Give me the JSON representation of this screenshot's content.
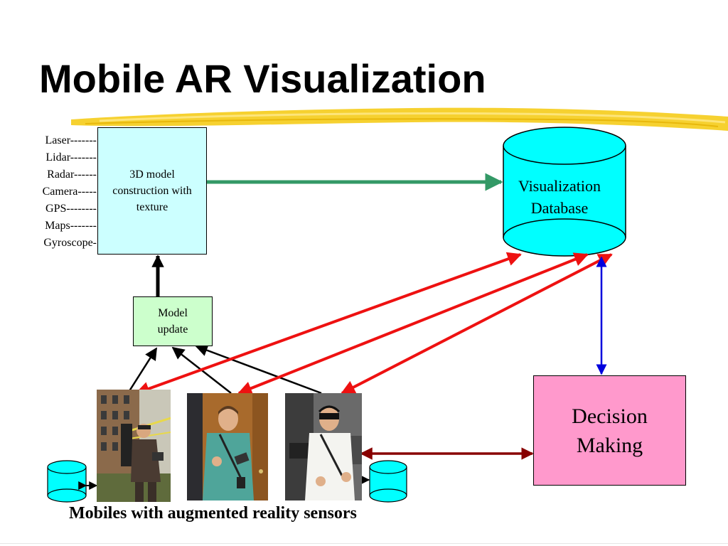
{
  "title": "Mobile AR Visualization",
  "sensors": [
    "Laser-------",
    "Lidar-------",
    "Radar------",
    "Camera-----",
    "GPS--------",
    "Maps-------",
    "Gyroscope-"
  ],
  "model_construction": "3D model construction with texture",
  "visualization_db": "Visualization Database",
  "model_update": "Model update",
  "decision_making": "Decision Making",
  "caption": "Mobiles with augmented reality sensors",
  "colors": {
    "accent_stroke": "#f5cc1a",
    "cyan": "#00ffff",
    "light_cyan": "#ccffff",
    "light_green": "#ccffcc",
    "pink": "#ff99cc",
    "green_arrow": "#339966",
    "red_arrow": "#ee1111",
    "blue_arrow": "#0000dd",
    "darkred_arrow": "#880000"
  }
}
